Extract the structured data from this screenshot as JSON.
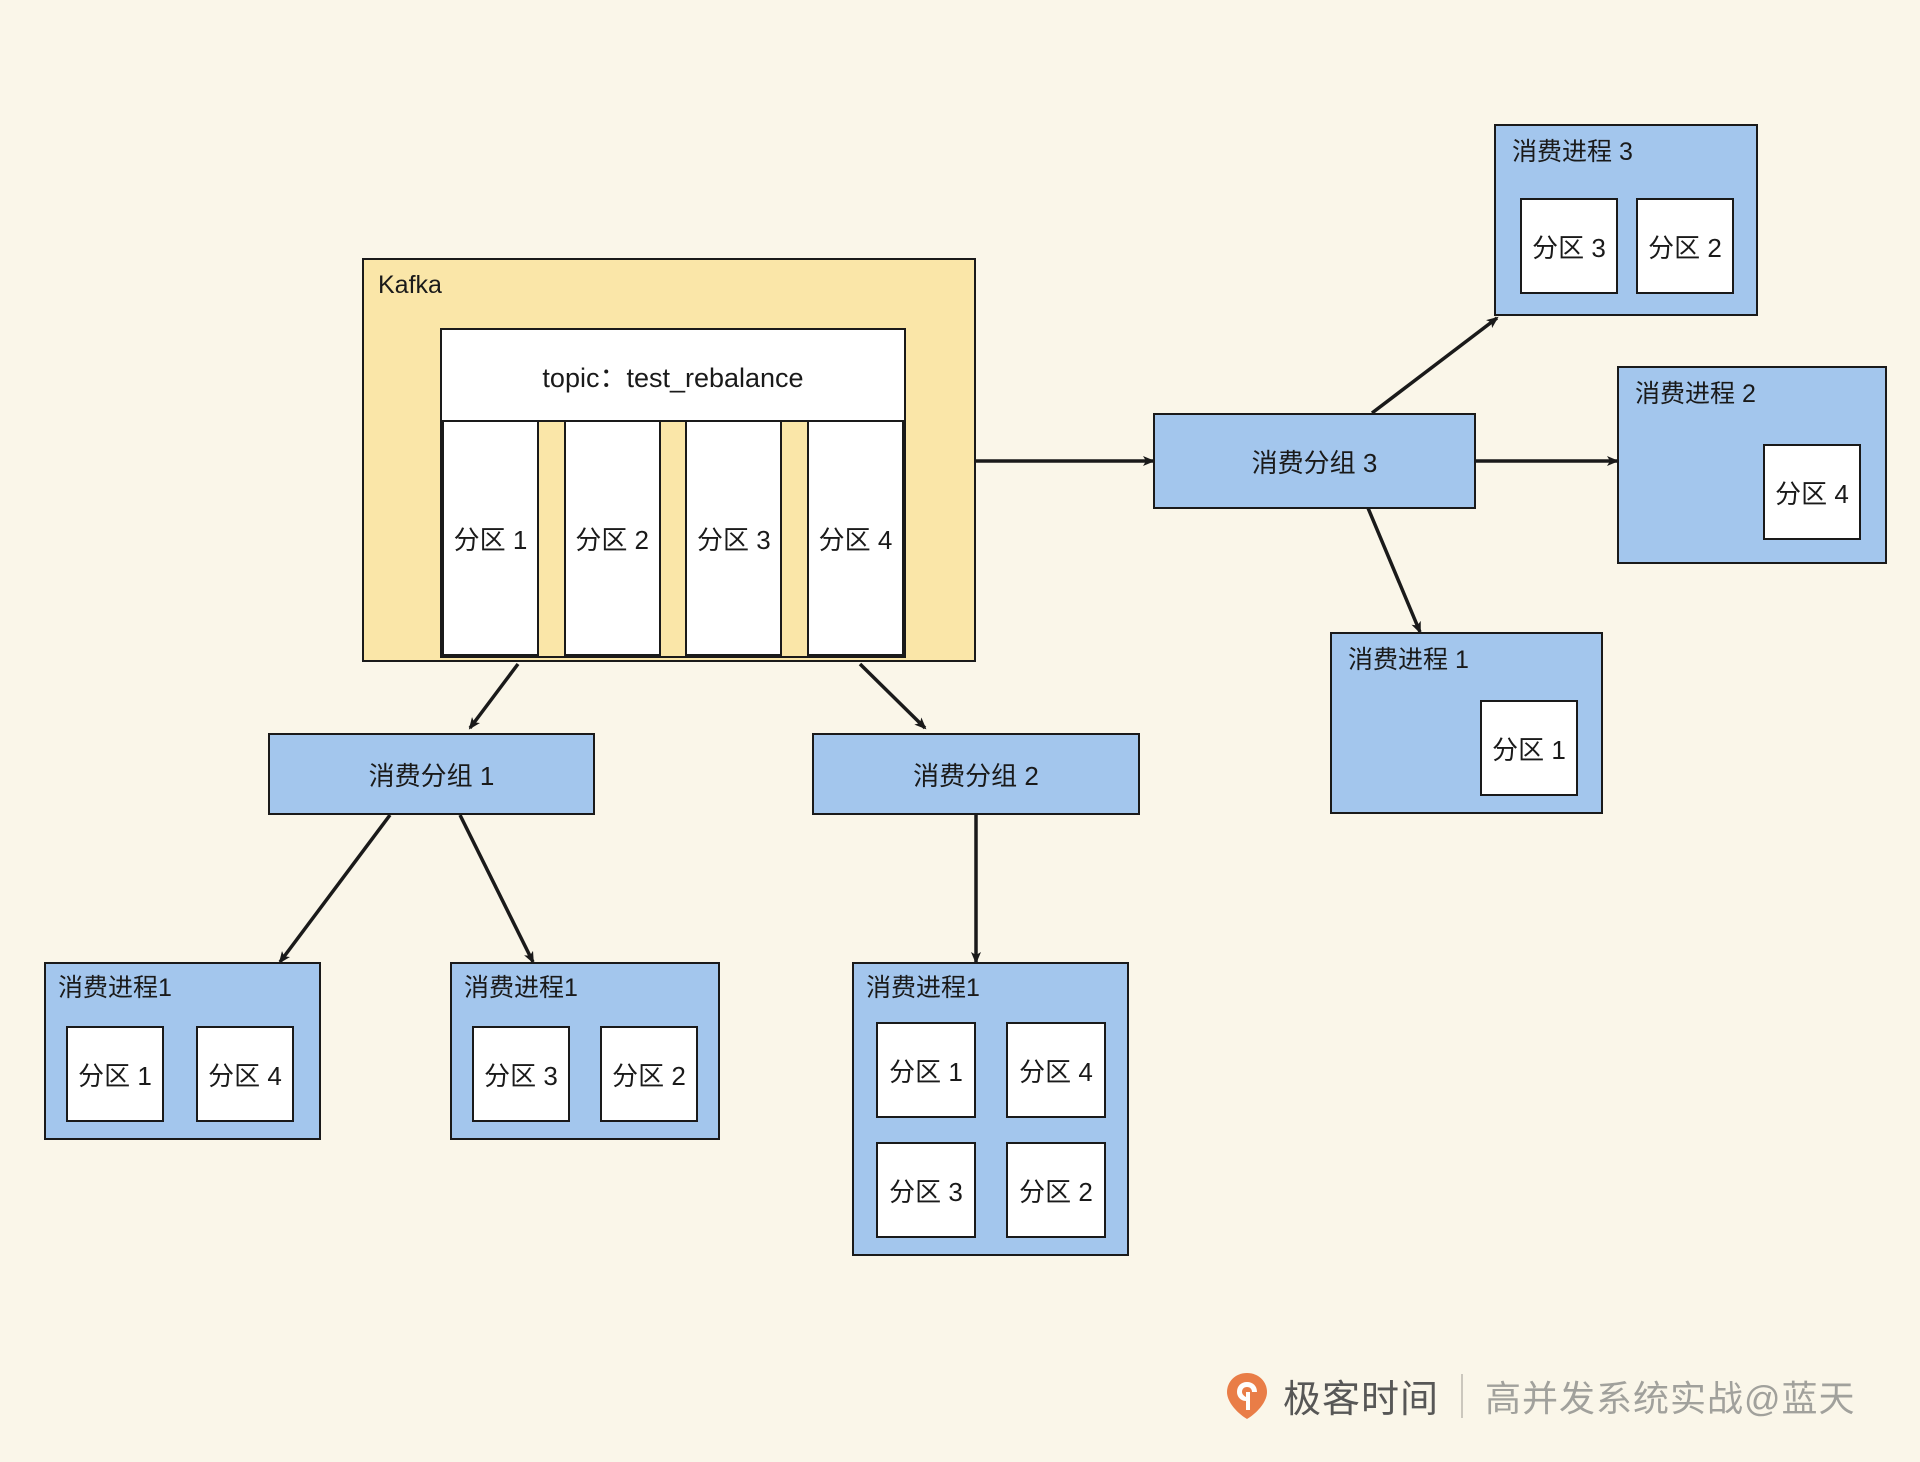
{
  "diagram": {
    "title": "Kafka consumer group rebalance diagram",
    "background_color": "#faf6e9",
    "kafka_fill": "#fae6a8",
    "group_fill": "#a3c6ed",
    "partition_fill": "#ffffff",
    "stroke_color": "#1a1a1a"
  },
  "kafka": {
    "label": "Kafka",
    "topic": {
      "label": "topic：test_rebalance",
      "partitions": [
        {
          "label": "分区 1"
        },
        {
          "label": "分区 2"
        },
        {
          "label": "分区 3"
        },
        {
          "label": "分区 4"
        }
      ]
    }
  },
  "groups": {
    "group1": {
      "label": "消费分组 1"
    },
    "group2": {
      "label": "消费分组 2"
    },
    "group3": {
      "label": "消费分组 3"
    }
  },
  "processes": {
    "g3_proc3": {
      "label": "消费进程 3",
      "partitions": [
        {
          "label": "分区 3"
        },
        {
          "label": "分区 2"
        }
      ]
    },
    "g3_proc2": {
      "label": "消费进程 2",
      "partitions": [
        {
          "label": "分区 4"
        }
      ]
    },
    "g3_proc1": {
      "label": "消费进程 1",
      "partitions": [
        {
          "label": "分区 1"
        }
      ]
    },
    "g1_procA": {
      "label": "消费进程1",
      "partitions": [
        {
          "label": "分区 1"
        },
        {
          "label": "分区 4"
        }
      ]
    },
    "g1_procB": {
      "label": "消费进程1",
      "partitions": [
        {
          "label": "分区 3"
        },
        {
          "label": "分区 2"
        }
      ]
    },
    "g2_procA": {
      "label": "消费进程1",
      "partitions": [
        {
          "label": "分区 1"
        },
        {
          "label": "分区 4"
        },
        {
          "label": "分区 3"
        },
        {
          "label": "分区 2"
        }
      ]
    }
  },
  "watermark": {
    "brand": "极客时间",
    "subtitle": "高并发系统实战@蓝天",
    "logo_color": "#e8733a"
  }
}
